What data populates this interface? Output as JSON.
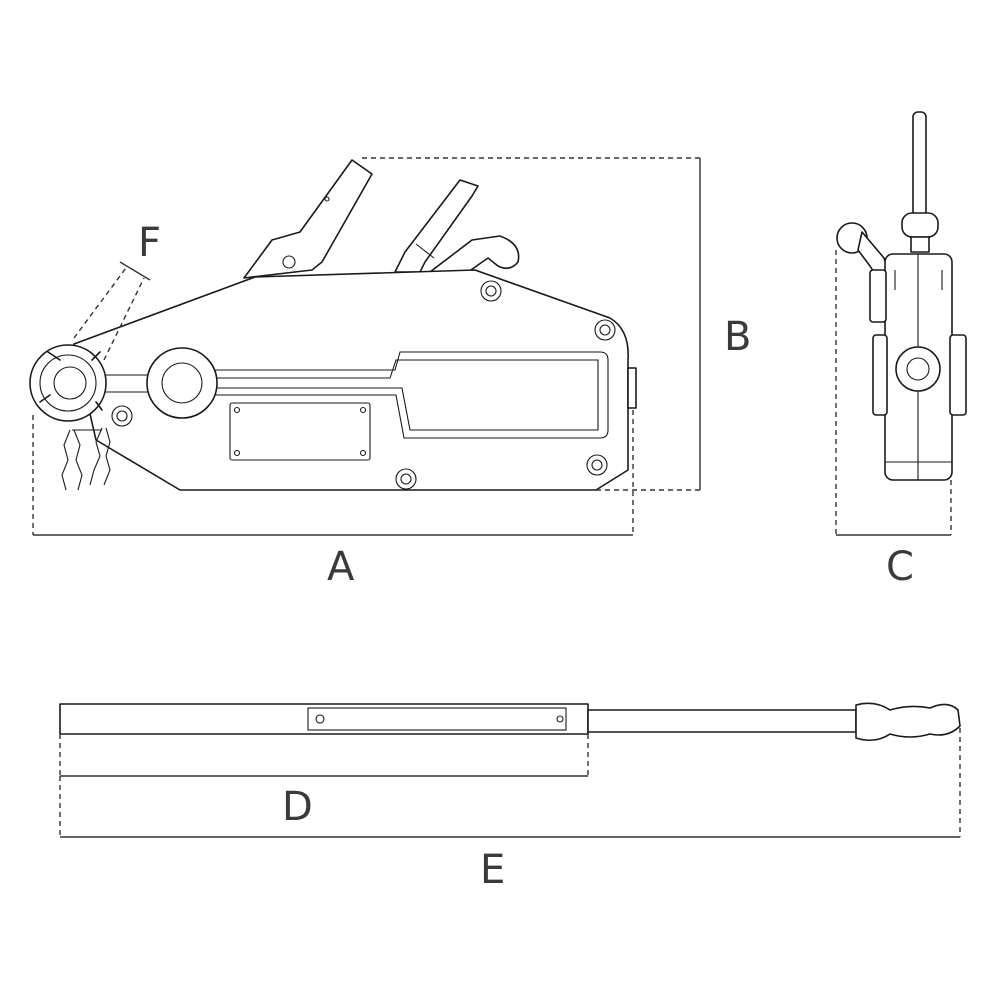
{
  "dimension_labels": {
    "a": "A",
    "b": "B",
    "c": "C",
    "d": "D",
    "e": "E",
    "f": "F"
  },
  "colors": {
    "line": "#1a1a1a",
    "dimension": "#333333",
    "label": "#3a3a3a",
    "background": "#ffffff"
  }
}
